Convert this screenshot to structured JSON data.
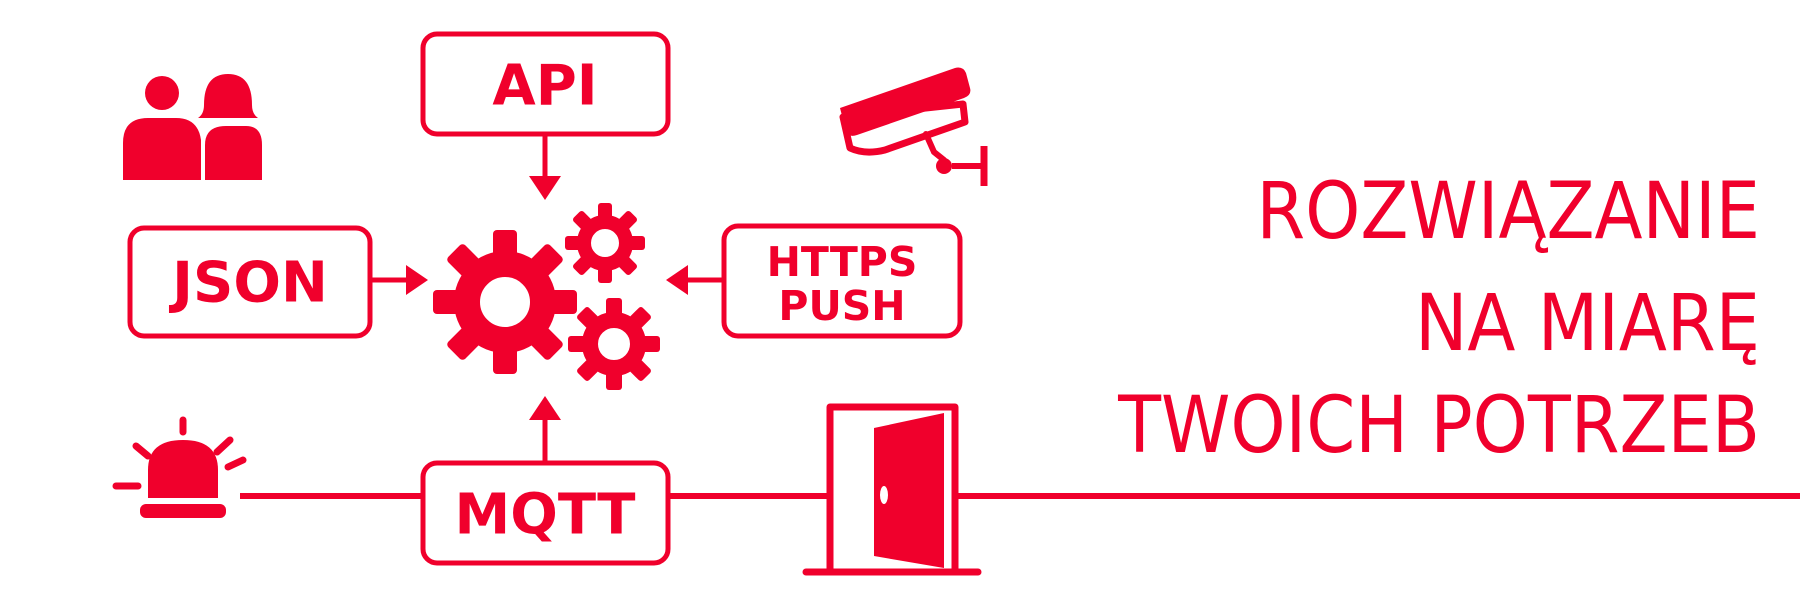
{
  "colors": {
    "accent": "#f0002c",
    "background": "#ffffff"
  },
  "boxes": {
    "api": {
      "label": "API"
    },
    "json": {
      "label": "JSON"
    },
    "https_push": {
      "line1": "HTTPS",
      "line2": "PUSH"
    },
    "mqtt": {
      "label": "MQTT"
    }
  },
  "headline": {
    "line1": "ROZWIĄZANIE",
    "line2": "NA MIARĘ",
    "line3": "TWOICH POTRZEB"
  },
  "icons": [
    "users-icon",
    "security-camera-icon",
    "gears-icon",
    "alarm-siren-icon",
    "door-icon"
  ]
}
